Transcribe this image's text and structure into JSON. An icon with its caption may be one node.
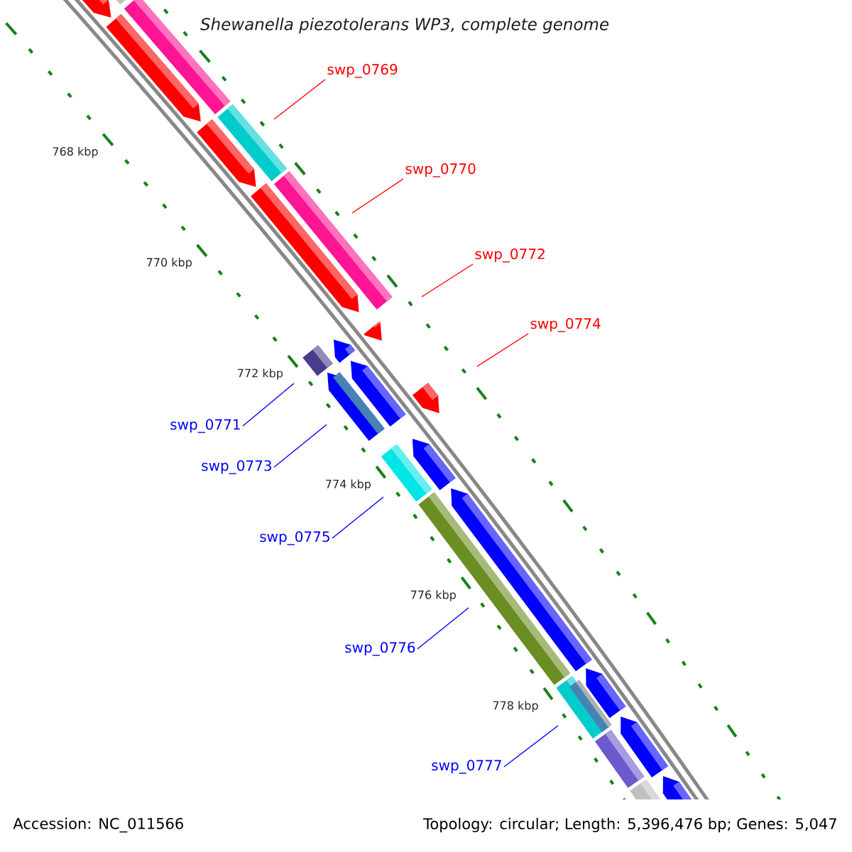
{
  "diagram": {
    "title": "Shewanella piezotolerans WP3, complete genome",
    "nodes": [
      {
        "text": [
          "swp_0769"
        ]
      },
      {
        "text": [
          "swp_0770"
        ]
      },
      {
        "text": [
          "swp_0772"
        ]
      },
      {
        "text": [
          "swp_0774"
        ]
      },
      {
        "text": [
          "swp_0771"
        ]
      },
      {
        "text": [
          "swp_0773"
        ]
      },
      {
        "text": [
          "swp_0775"
        ]
      },
      {
        "text": [
          "swp_0776"
        ]
      },
      {
        "text": [
          "swp_0777"
        ]
      }
    ],
    "edges": [
      {
        "from": 0,
        "to": null,
        "arrow": "none",
        "color": "#ff0000"
      },
      {
        "from": 1,
        "to": null,
        "arrow": "none",
        "color": "#ff0000"
      },
      {
        "from": 2,
        "to": null,
        "arrow": "none",
        "color": "#ff0000"
      },
      {
        "from": 3,
        "to": null,
        "arrow": "none",
        "color": "#ff0000"
      },
      {
        "from": 4,
        "to": null,
        "arrow": "none"
      },
      {
        "from": 5,
        "to": null,
        "arrow": "none"
      },
      {
        "from": 6,
        "to": null,
        "arrow": "none"
      },
      {
        "from": 7,
        "to": null,
        "arrow": "none"
      },
      {
        "from": 8,
        "to": null,
        "arrow": "none"
      }
    ],
    "labels": [
      "768 kbp",
      "770 kbp",
      "772 kbp",
      "774 kbp",
      "776 kbp",
      "778 kbp",
      "Accession: NC_011566",
      "Topology: circular; Length: 5,396,476 bp; Genes: 5,047"
    ]
  }
}
